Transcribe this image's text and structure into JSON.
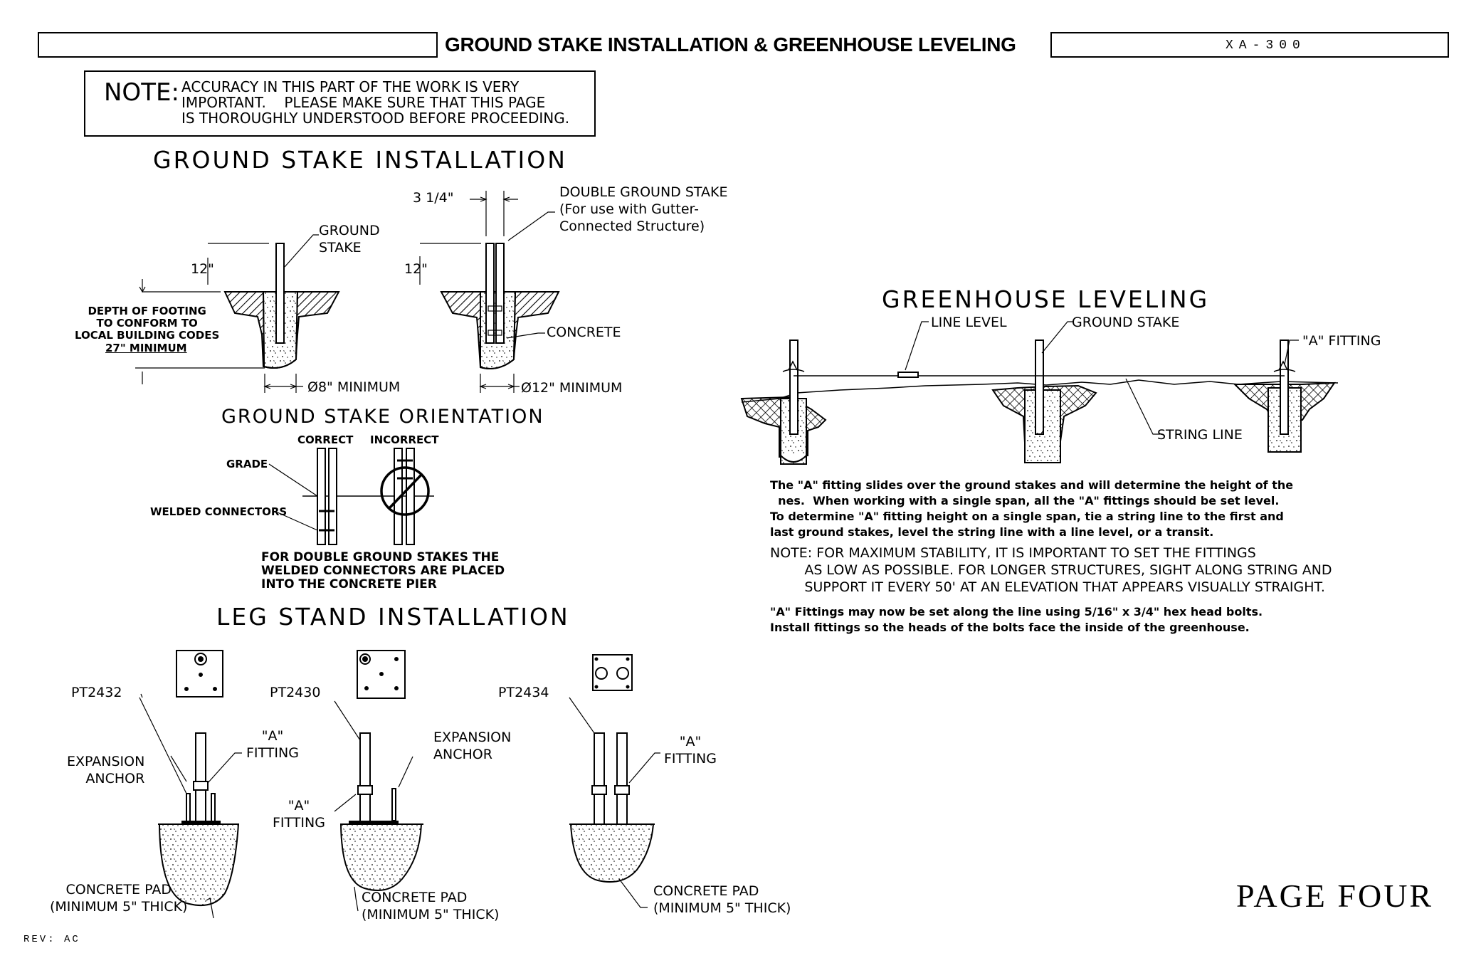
{
  "title_block": {
    "title": "GROUND STAKE INSTALLATION & GREENHOUSE LEVELING",
    "sheet_id": "XA-300"
  },
  "note_box": {
    "label": "NOTE:",
    "line1": "ACCURACY IN THIS PART OF THE WORK IS VERY",
    "line2": "IMPORTANT.    PLEASE MAKE SURE THAT THIS PAGE",
    "line3": "IS THOROUGHLY UNDERSTOOD BEFORE PROCEEDING."
  },
  "ground_stake": {
    "heading": "GROUND STAKE INSTALLATION",
    "dim_12_left": "12\"",
    "dim_12_right": "12\"",
    "dim_width": "3 1/4\"",
    "ground_stake_label": "GROUND\nSTAKE",
    "double_label": "DOUBLE GROUND STAKE\n(For use with Gutter-\nConnected Structure)",
    "depth_label": "DEPTH OF FOOTING\nTO CONFORM TO\nLOCAL BUILDING CODES",
    "depth_min": "27\" MINIMUM",
    "concrete_label": "CONCRETE",
    "dia_left": "Ø8\" MINIMUM",
    "dia_right": "Ø12\" MINIMUM"
  },
  "orientation": {
    "heading": "GROUND STAKE ORIENTATION",
    "correct": "CORRECT",
    "incorrect": "INCORRECT",
    "grade": "GRADE",
    "welded": "WELDED CONNECTORS",
    "note": "FOR DOUBLE GROUND STAKES THE\nWELDED CONNECTORS ARE PLACED\nINTO THE CONCRETE PIER"
  },
  "leg_stand": {
    "heading": "LEG STAND INSTALLATION",
    "parts": [
      {
        "id": "PT2432",
        "left_label": "EXPANSION\nANCHOR",
        "right_label": "\"A\"\nFITTING",
        "pad": "CONCRETE PAD\n(MINIMUM 5\" THICK)"
      },
      {
        "id": "PT2430",
        "left_label": "\"A\"\nFITTING",
        "right_label": "EXPANSION\nANCHOR",
        "pad": "CONCRETE PAD\n(MINIMUM 5\" THICK)"
      },
      {
        "id": "PT2434",
        "left_label": "",
        "right_label": "\"A\"\nFITTING",
        "pad": "CONCRETE PAD\n(MINIMUM 5\" THICK)"
      }
    ]
  },
  "leveling": {
    "heading": "GREENHOUSE LEVELING",
    "line_level": "LINE LEVEL",
    "ground_stake": "GROUND STAKE",
    "a_fitting": "\"A\" FITTING",
    "string_line": "STRING LINE",
    "para1": "The \"A\" fitting slides over the ground stakes and will determine the height of the\n  nes.  When working with a single span, all the \"A\" fittings should be set level.\nTo determine \"A\" fitting height on a single span, tie a string line to the first and\nlast ground stakes, level the string line with a line level, or a transit.",
    "note": "NOTE: FOR MAXIMUM STABILITY, IT IS IMPORTANT TO SET THE FITTINGS\n        AS LOW AS POSSIBLE. FOR LONGER STRUCTURES, SIGHT ALONG STRING AND\n        SUPPORT IT EVERY 50' AT AN ELEVATION THAT APPEARS VISUALLY STRAIGHT.",
    "para2": "\"A\" Fittings may now be set along the line using 5/16\" x 3/4\" hex head bolts.\nInstall fittings so the heads of the bolts face the inside of the greenhouse."
  },
  "footer": {
    "page": "PAGE FOUR",
    "rev": "REV: AC"
  }
}
